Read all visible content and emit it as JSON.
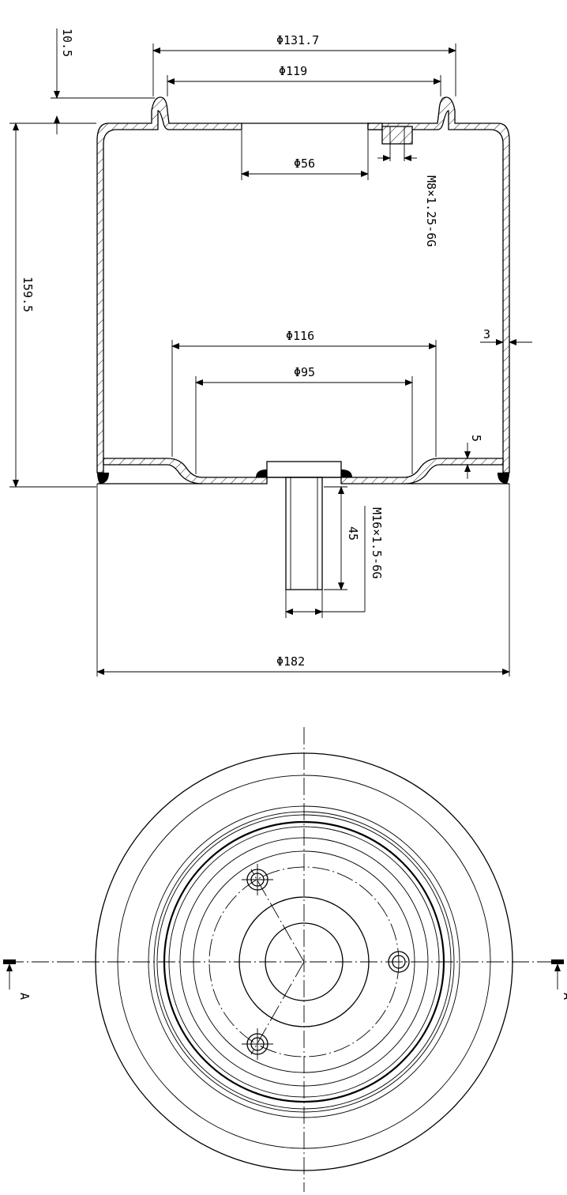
{
  "dimensions": {
    "d_131_7": "Φ131.7",
    "d_119": "Φ119",
    "d_56": "Φ56",
    "d_116": "Φ116",
    "d_95": "Φ95",
    "d_182": "Φ182",
    "h_10_5": "10.5",
    "h_159_5": "159.5",
    "wall_3": "3",
    "wall_5": "5",
    "len_45": "45"
  },
  "threads": {
    "top": "M8×1.25-6G",
    "stud": "M16×1.5-6G"
  },
  "section_marker": {
    "left": "A",
    "right": "A"
  }
}
